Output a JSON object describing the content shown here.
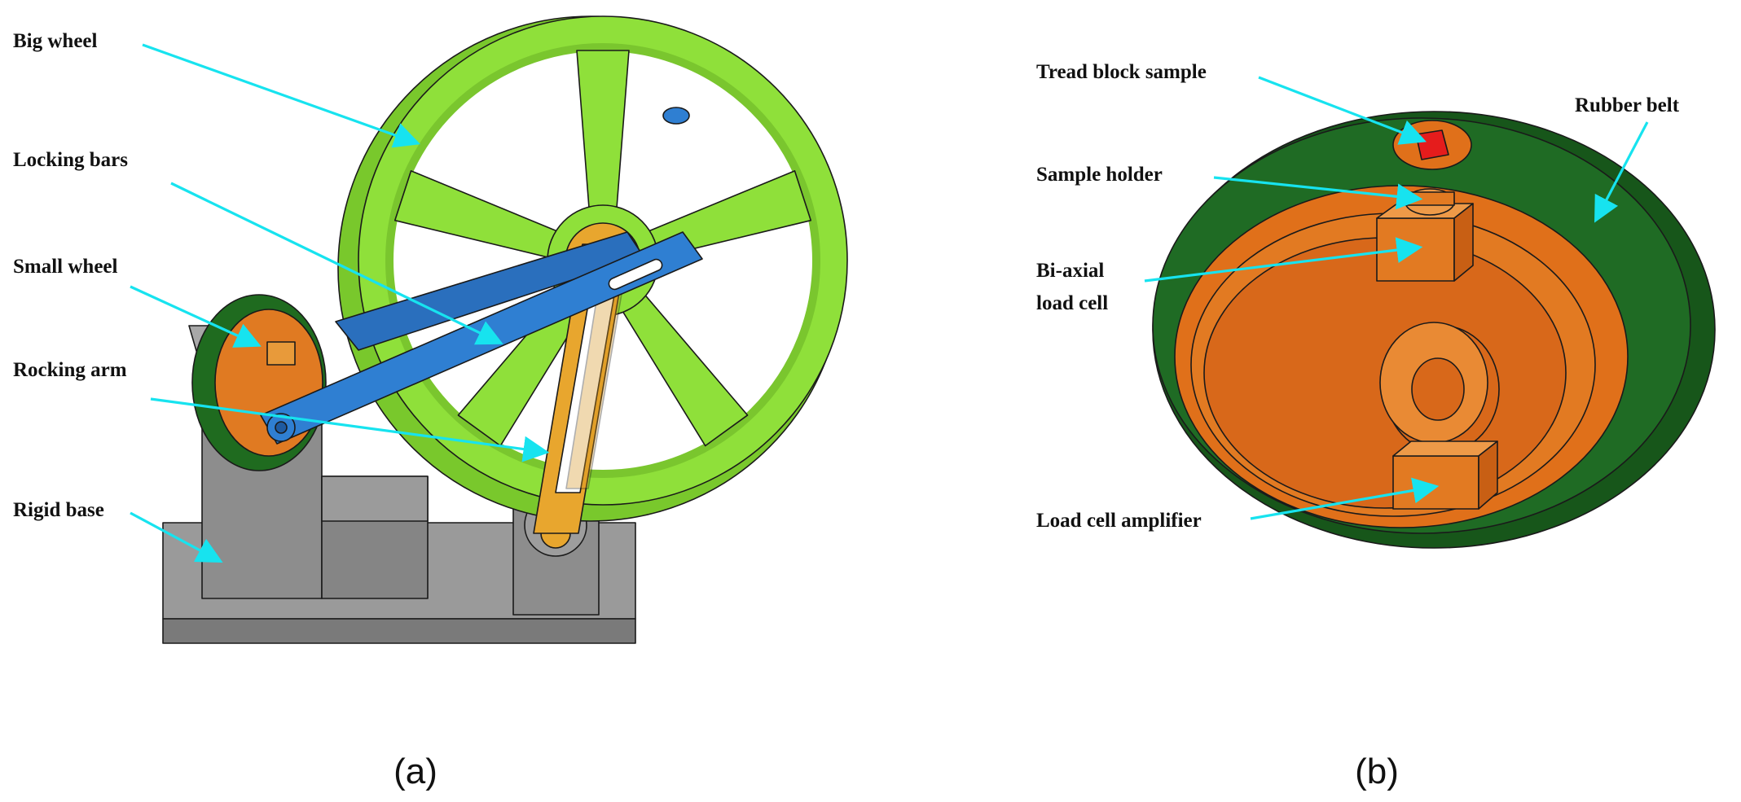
{
  "panel_a": {
    "caption": "(a)",
    "labels": {
      "big_wheel": "Big wheel",
      "locking_bars": "Locking bars",
      "small_wheel": "Small wheel",
      "rocking_arm": "Rocking arm",
      "rigid_base": "Rigid base"
    }
  },
  "panel_b": {
    "caption": "(b)",
    "labels": {
      "tread_block_sample": "Tread block sample",
      "rubber_belt": "Rubber belt",
      "sample_holder": "Sample holder",
      "biaxial_load_cell_line1": "Bi-axial",
      "biaxial_load_cell_line2": "load cell",
      "load_cell_amplifier": "Load cell amplifier"
    }
  },
  "colors": {
    "big_wheel": "#8fe03a",
    "locking_bars": "#2f7fd2",
    "rocking_arm": "#e8a62e",
    "small_wheel_rim": "#1f6b1f",
    "small_wheel_face": "#e07a22",
    "base": "#8a8a8a",
    "belt": "#1f6b24",
    "holder_face": "#e0701a",
    "sample": "#e51c1c",
    "pointer": "#17e3ef"
  }
}
